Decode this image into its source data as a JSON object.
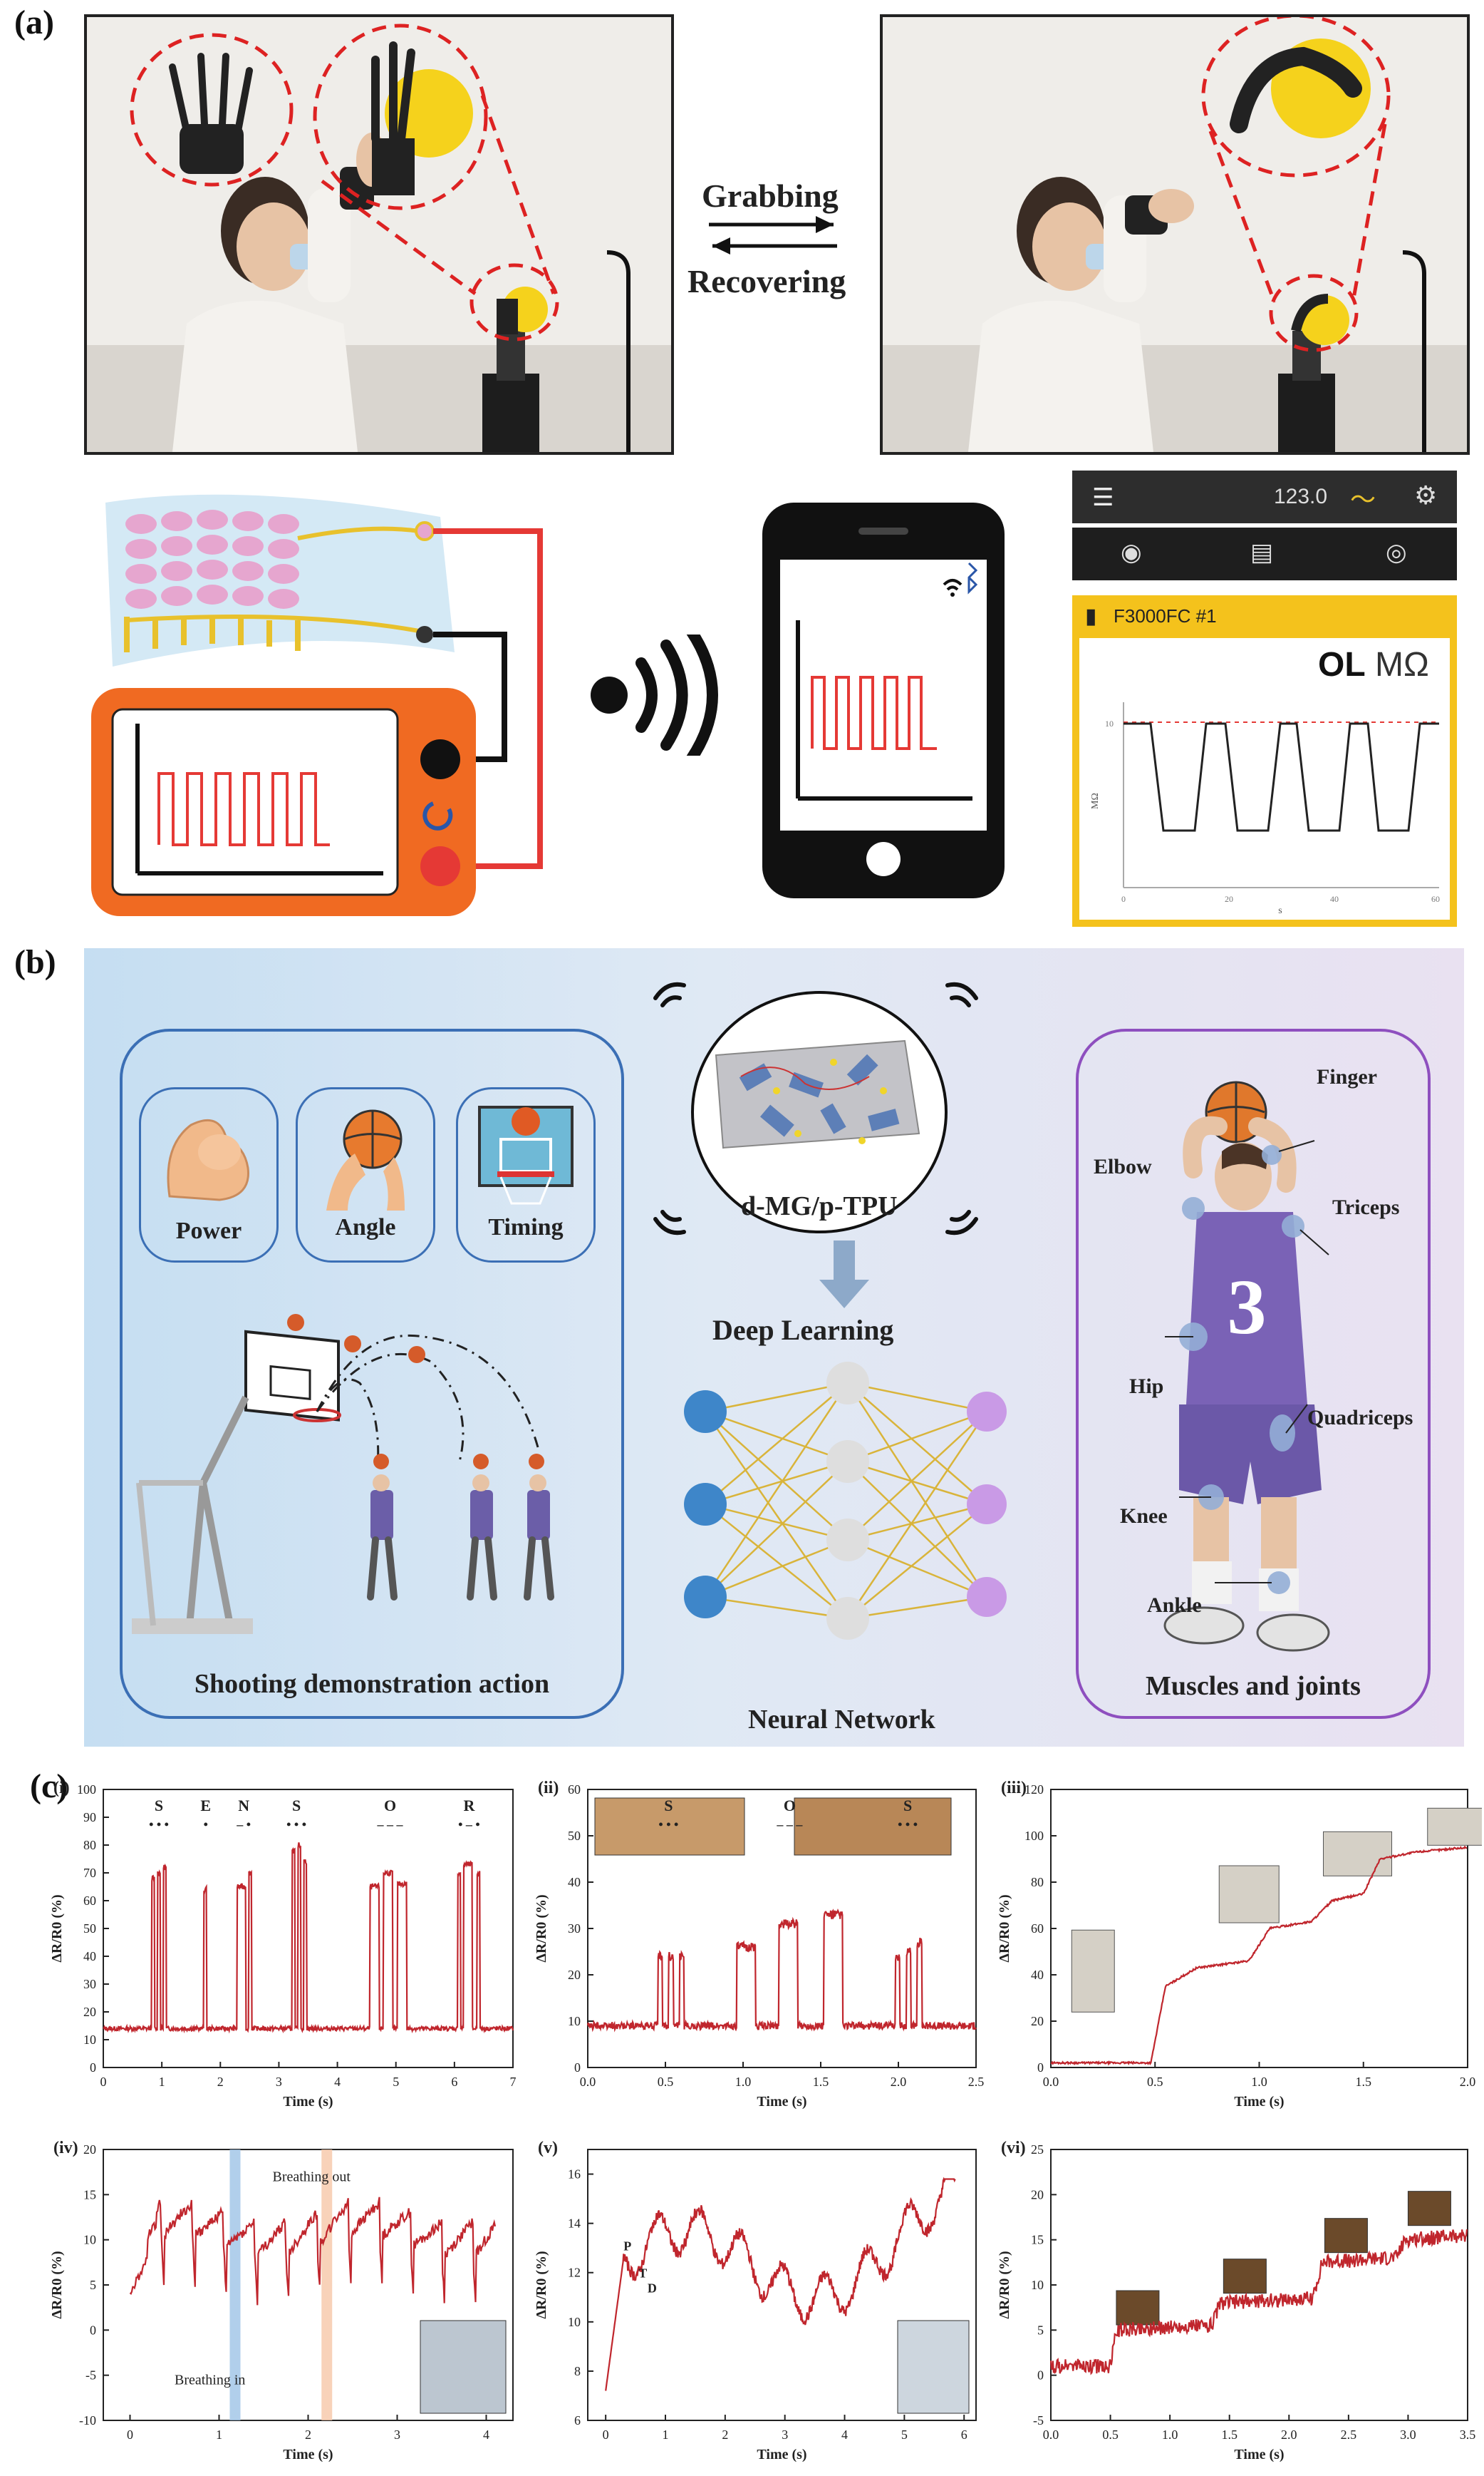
{
  "panels": {
    "a": "(a)",
    "b": "(b)",
    "c": "(c)"
  },
  "panel_a": {
    "arrow_top": "Grabbing",
    "arrow_bottom": "Recovering",
    "app": {
      "readout": "123.0",
      "device": "F3000FC  #1",
      "ol": "OL",
      "unit": "MΩ",
      "chart_ylabel": "MΩ",
      "chart_xlabel": "s",
      "ticks_y": [
        "10"
      ],
      "ticks_x": [
        "0",
        "20",
        "40",
        "60"
      ]
    }
  },
  "panel_b": {
    "icons": [
      "Power",
      "Angle",
      "Timing"
    ],
    "left_caption": "Shooting demonstration action",
    "material": "d-MG/p-TPU",
    "deep_learning": "Deep Learning",
    "neural_network": "Neural Network",
    "jersey": "3",
    "body_labels": {
      "finger": "Finger",
      "elbow": "Elbow",
      "triceps": "Triceps",
      "hip": "Hip",
      "quadriceps": "Quadriceps",
      "knee": "Knee",
      "ankle": "Ankle"
    },
    "right_caption": "Muscles and joints"
  },
  "chart_data": [
    {
      "type": "line",
      "id": "c-i",
      "panel": "(i)",
      "xlabel": "Time (s)",
      "ylabel": "ΔR/R0 (%)",
      "xlim": [
        0,
        7
      ],
      "ylim": [
        0,
        100
      ],
      "xticks": [
        0,
        1,
        2,
        3,
        4,
        5,
        6,
        7
      ],
      "yticks": [
        0,
        10,
        20,
        30,
        40,
        50,
        60,
        70,
        80,
        90,
        100
      ],
      "letters": [
        {
          "text": "S",
          "x": 0.95,
          "code": "• • •"
        },
        {
          "text": "E",
          "x": 1.75,
          "code": "•"
        },
        {
          "text": "N",
          "x": 2.4,
          "code": "– •"
        },
        {
          "text": "S",
          "x": 3.3,
          "code": "• • •"
        },
        {
          "text": "O",
          "x": 4.9,
          "code": "– – –"
        },
        {
          "text": "R",
          "x": 6.25,
          "code": "• – •"
        }
      ],
      "baseline": 14,
      "pulses": [
        {
          "x": 0.83,
          "w": 0.05,
          "h": 68
        },
        {
          "x": 0.93,
          "w": 0.05,
          "h": 70
        },
        {
          "x": 1.03,
          "w": 0.05,
          "h": 72
        },
        {
          "x": 1.72,
          "w": 0.05,
          "h": 64
        },
        {
          "x": 2.28,
          "w": 0.15,
          "h": 65
        },
        {
          "x": 2.48,
          "w": 0.05,
          "h": 70
        },
        {
          "x": 3.22,
          "w": 0.05,
          "h": 78
        },
        {
          "x": 3.32,
          "w": 0.05,
          "h": 80
        },
        {
          "x": 3.42,
          "w": 0.05,
          "h": 74
        },
        {
          "x": 4.55,
          "w": 0.16,
          "h": 65
        },
        {
          "x": 4.78,
          "w": 0.16,
          "h": 70
        },
        {
          "x": 5.02,
          "w": 0.16,
          "h": 66
        },
        {
          "x": 6.05,
          "w": 0.05,
          "h": 70
        },
        {
          "x": 6.15,
          "w": 0.15,
          "h": 73
        },
        {
          "x": 6.38,
          "w": 0.05,
          "h": 70
        }
      ]
    },
    {
      "type": "line",
      "id": "c-ii",
      "panel": "(ii)",
      "xlabel": "Time (s)",
      "ylabel": "ΔR/R0 (%)",
      "xlim": [
        0,
        2.5
      ],
      "ylim": [
        0,
        60
      ],
      "xticks": [
        0.0,
        0.5,
        1.0,
        1.5,
        2.0,
        2.5
      ],
      "yticks": [
        0,
        10,
        20,
        30,
        40,
        50,
        60
      ],
      "letters": [
        {
          "text": "S",
          "x": 0.52,
          "code": "• • •"
        },
        {
          "text": "O",
          "x": 1.3,
          "code": "– – –"
        },
        {
          "text": "S",
          "x": 2.06,
          "code": "• • •"
        }
      ],
      "baseline": 9,
      "pulses": [
        {
          "x": 0.45,
          "w": 0.03,
          "h": 24
        },
        {
          "x": 0.52,
          "w": 0.03,
          "h": 24
        },
        {
          "x": 0.59,
          "w": 0.03,
          "h": 24
        },
        {
          "x": 0.96,
          "w": 0.12,
          "h": 26
        },
        {
          "x": 1.23,
          "w": 0.12,
          "h": 31
        },
        {
          "x": 1.52,
          "w": 0.12,
          "h": 33
        },
        {
          "x": 1.98,
          "w": 0.03,
          "h": 24
        },
        {
          "x": 2.05,
          "w": 0.03,
          "h": 25
        },
        {
          "x": 2.12,
          "w": 0.03,
          "h": 27
        }
      ]
    },
    {
      "type": "line",
      "id": "c-iii",
      "panel": "(iii)",
      "xlabel": "Time (s)",
      "ylabel": "ΔR/R0 (%)",
      "xlim": [
        0,
        2.0
      ],
      "ylim": [
        0,
        120
      ],
      "xticks": [
        0.0,
        0.5,
        1.0,
        1.5,
        2.0
      ],
      "yticks": [
        0,
        20,
        40,
        60,
        80,
        100,
        120
      ],
      "steps": [
        [
          0,
          2
        ],
        [
          0.48,
          2
        ],
        [
          0.55,
          35
        ],
        [
          0.7,
          43
        ],
        [
          0.95,
          46
        ],
        [
          1.05,
          60
        ],
        [
          1.25,
          63
        ],
        [
          1.35,
          72
        ],
        [
          1.5,
          75
        ],
        [
          1.58,
          90
        ],
        [
          1.75,
          93
        ],
        [
          2.0,
          95
        ]
      ]
    },
    {
      "type": "line",
      "id": "c-iv",
      "panel": "(iv)",
      "xlabel": "Time (s)",
      "ylabel": "ΔR/R0 (%)",
      "xlim": [
        -0.3,
        4.3
      ],
      "ylim": [
        -10,
        20
      ],
      "xticks": [
        0,
        1,
        2,
        3,
        4
      ],
      "yticks": [
        -10,
        -5,
        0,
        5,
        10,
        15,
        20
      ],
      "annotations": {
        "out": "Breathing out",
        "in": "Breathing in"
      },
      "bands": [
        {
          "x": 1.12,
          "w": 0.12,
          "color": "#9ec3e6"
        },
        {
          "x": 2.15,
          "w": 0.12,
          "color": "#f6c7a8"
        }
      ]
    },
    {
      "type": "line",
      "id": "c-v",
      "panel": "(v)",
      "xlabel": "Time (s)",
      "ylabel": "ΔR/R0 (%)",
      "xlim": [
        -0.3,
        6.2
      ],
      "ylim": [
        6,
        17
      ],
      "xticks": [
        0,
        1,
        2,
        3,
        4,
        5,
        6
      ],
      "yticks": [
        6,
        8,
        10,
        12,
        14,
        16
      ],
      "peaks": {
        "p": "P",
        "t": "T",
        "d": "D"
      }
    },
    {
      "type": "line",
      "id": "c-vi",
      "panel": "(vi)",
      "xlabel": "Time (s)",
      "ylabel": "ΔR/R0 (%)",
      "xlim": [
        0,
        3.5
      ],
      "ylim": [
        -5,
        25
      ],
      "xticks": [
        0.0,
        0.5,
        1.0,
        1.5,
        2.0,
        2.5,
        3.0,
        3.5
      ],
      "yticks": [
        -5,
        0,
        5,
        10,
        15,
        20,
        25
      ],
      "steps": [
        [
          0,
          1
        ],
        [
          0.5,
          1
        ],
        [
          0.55,
          5
        ],
        [
          1.35,
          5.5
        ],
        [
          1.42,
          8
        ],
        [
          2.2,
          8.5
        ],
        [
          2.28,
          12.5
        ],
        [
          2.9,
          13
        ],
        [
          2.98,
          15
        ],
        [
          3.5,
          15.5
        ]
      ]
    }
  ]
}
